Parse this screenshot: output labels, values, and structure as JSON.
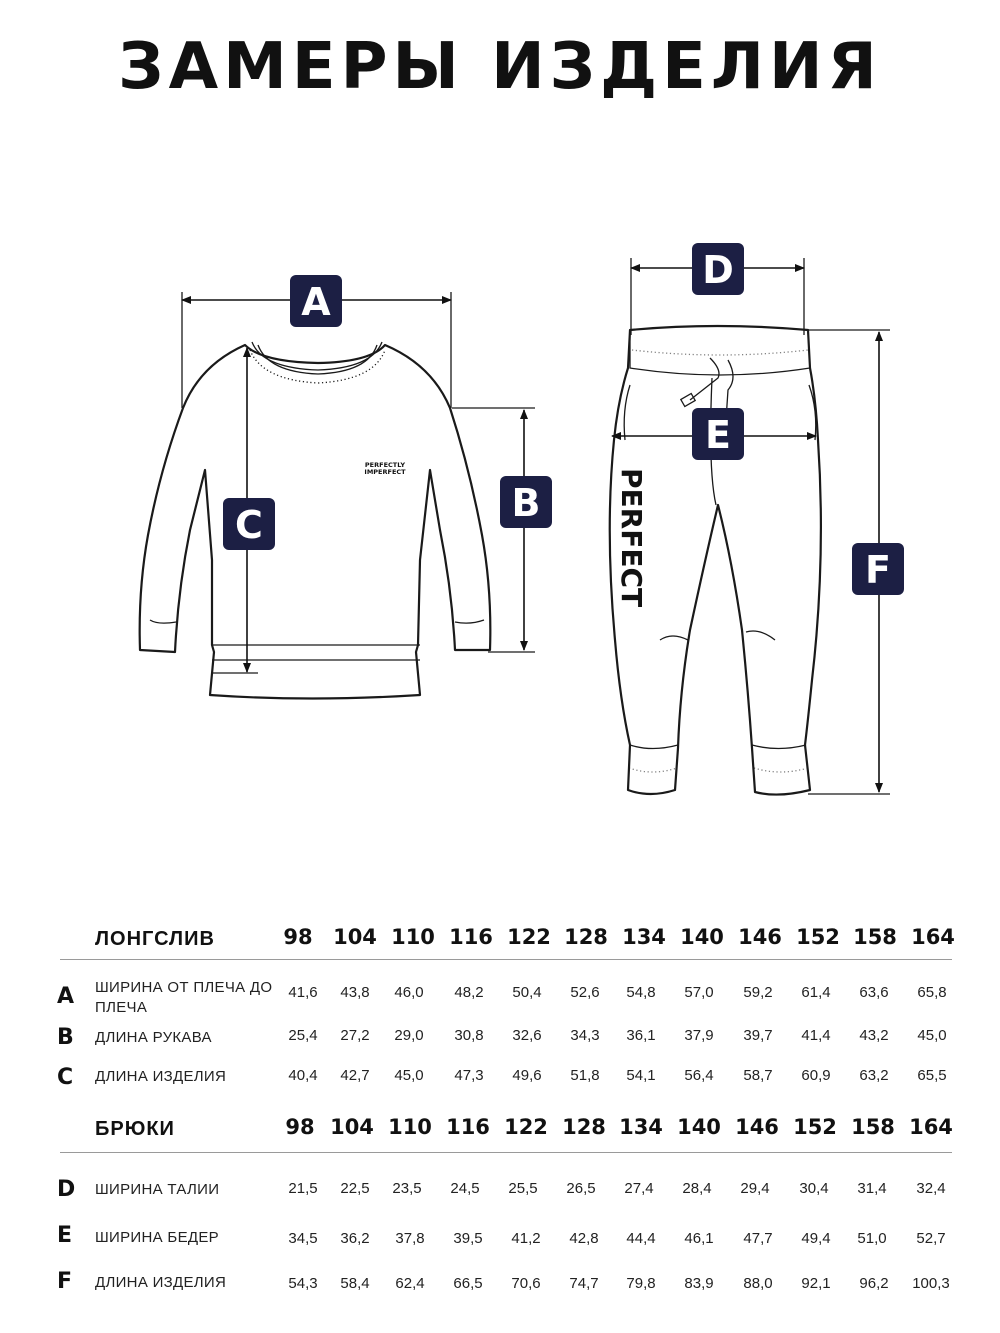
{
  "page_title": "ЗАМЕРЫ ИЗДЕЛИЯ",
  "diagram": {
    "labels": [
      "A",
      "B",
      "C",
      "D",
      "E",
      "F"
    ],
    "shirt_print_line1": "PERFECTLY",
    "shirt_print_line2": "IMPERFECT",
    "pants_print": "PERFECT",
    "colors": {
      "label_box": "#1c1f44",
      "label_text": "#ffffff",
      "line": "#1a1a1a"
    }
  },
  "longsleeve": {
    "title": "ЛОНГСЛИВ",
    "sizes": [
      "98",
      "104",
      "110",
      "116",
      "122",
      "128",
      "134",
      "140",
      "146",
      "152",
      "158",
      "164"
    ],
    "rows": [
      {
        "letter": "A",
        "label": "ШИРИНА ОТ ПЛЕЧА ДО ПЛЕЧА",
        "values": [
          "41,6",
          "43,8",
          "46,0",
          "48,2",
          "50,4",
          "52,6",
          "54,8",
          "57,0",
          "59,2",
          "61,4",
          "63,6",
          "65,8"
        ]
      },
      {
        "letter": "B",
        "label": "ДЛИНА РУКАВА",
        "values": [
          "25,4",
          "27,2",
          "29,0",
          "30,8",
          "32,6",
          "34,3",
          "36,1",
          "37,9",
          "39,7",
          "41,4",
          "43,2",
          "45,0"
        ]
      },
      {
        "letter": "C",
        "label": "ДЛИНА ИЗДЕЛИЯ",
        "values": [
          "40,4",
          "42,7",
          "45,0",
          "47,3",
          "49,6",
          "51,8",
          "54,1",
          "56,4",
          "58,7",
          "60,9",
          "63,2",
          "65,5"
        ]
      }
    ]
  },
  "pants": {
    "title": "БРЮКИ",
    "sizes": [
      "98",
      "104",
      "110",
      "116",
      "122",
      "128",
      "134",
      "140",
      "146",
      "152",
      "158",
      "164"
    ],
    "rows": [
      {
        "letter": "D",
        "label": "ШИРИНА ТАЛИИ",
        "values": [
          "21,5",
          "22,5",
          "23,5",
          "24,5",
          "25,5",
          "26,5",
          "27,4",
          "28,4",
          "29,4",
          "30,4",
          "31,4",
          "32,4"
        ]
      },
      {
        "letter": "E",
        "label": "ШИРИНА БЕДЕР",
        "values": [
          "34,5",
          "36,2",
          "37,8",
          "39,5",
          "41,2",
          "42,8",
          "44,4",
          "46,1",
          "47,7",
          "49,4",
          "51,0",
          "52,7"
        ]
      },
      {
        "letter": "F",
        "label": "ДЛИНА ИЗДЕЛИЯ",
        "values": [
          "54,3",
          "58,4",
          "62,4",
          "66,5",
          "70,6",
          "74,7",
          "79,8",
          "83,9",
          "88,0",
          "92,1",
          "96,2",
          "100,3"
        ]
      }
    ]
  }
}
